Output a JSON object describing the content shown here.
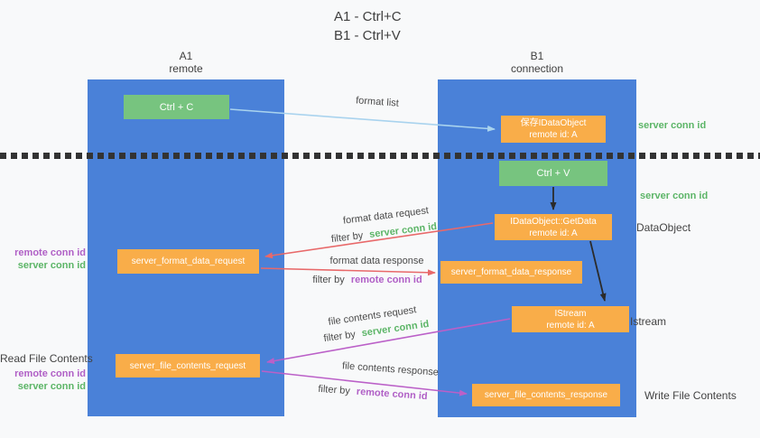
{
  "title": {
    "line1": "A1 - Ctrl+C",
    "line2": "B1 - Ctrl+V"
  },
  "columns": {
    "a1": {
      "id": "A1",
      "subtitle": "remote"
    },
    "b1": {
      "id": "B1",
      "subtitle": "connection"
    }
  },
  "nodes": {
    "ctrl_c": {
      "label": "Ctrl + C"
    },
    "ctrl_v": {
      "label": "Ctrl + V"
    },
    "save_dataobject": {
      "line1": "保存IDataObject",
      "line2": "remote id: A"
    },
    "getdata": {
      "line1": "IDataObject::GetData",
      "line2": "remote id: A"
    },
    "istream": {
      "line1": "IStream",
      "line2": "remote id: A"
    },
    "server_format_data_request": {
      "label": "server_format_data_request"
    },
    "server_format_data_response": {
      "label": "server_format_data_response"
    },
    "server_file_contents_request": {
      "label": "server_file_contents_request"
    },
    "server_file_contents_response": {
      "label": "server_file_contents_response"
    }
  },
  "flow_labels": {
    "format_list": "format list",
    "format_data_request": "format data request",
    "format_data_response": "format data response",
    "file_contents_request": "file contents request",
    "file_contents_response": "file contents response",
    "filter_by": "filter by",
    "server_conn_id": "server conn id",
    "remote_conn_id": "remote conn id"
  },
  "side_labels": {
    "server_conn_id": "server conn id",
    "remote_conn_id": "remote conn id",
    "dataobject": "DataObject",
    "istream": "Istream",
    "read_file_contents": "Read File Contents",
    "write_file_contents": "Write File Contents"
  },
  "colors": {
    "column_blue": "#4a81d8",
    "node_green": "#77c47f",
    "node_orange": "#f9ad49",
    "arrow_lightblue": "#a9d3ee",
    "arrow_black": "#2b2b2b",
    "arrow_red": "#e8696a",
    "arrow_purple": "#bb60c8",
    "label_green": "#5cb567",
    "label_purple": "#b05fc6",
    "text_dark": "#3f3f3f"
  }
}
